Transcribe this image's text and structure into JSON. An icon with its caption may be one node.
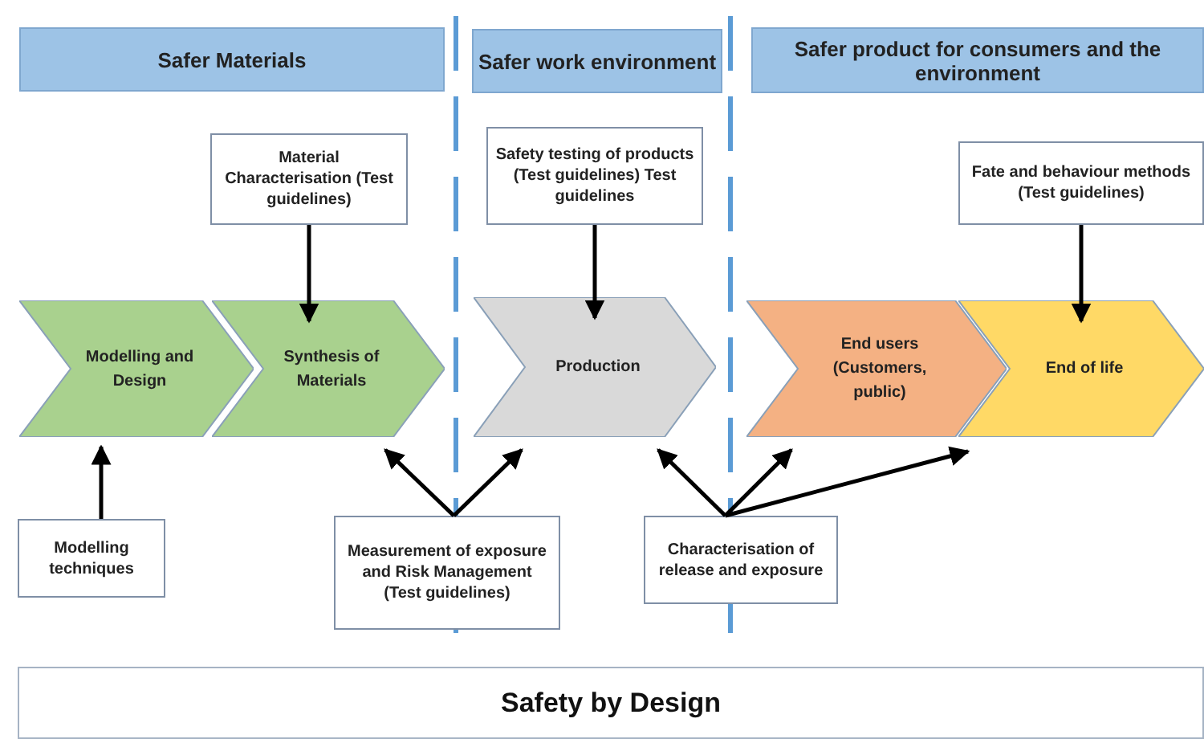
{
  "diagram": {
    "nodes": [
      {
        "text": [
          "Safer Materials"
        ]
      },
      {
        "text": [
          "Safer work environment"
        ]
      },
      {
        "text": [
          "Safer product for consumers and the environment"
        ]
      },
      {
        "text": [
          "Material Characterisation (Test guidelines)"
        ]
      },
      {
        "text": [
          "Safety testing of products (Test guidelines) Test guidelines"
        ]
      },
      {
        "text": [
          "Fate and behaviour methods (Test guidelines)"
        ]
      },
      {
        "text": [
          "Modelling and Design"
        ]
      },
      {
        "text": [
          "Synthesis of Materials"
        ]
      },
      {
        "text": [
          "Production"
        ]
      },
      {
        "text": [
          "End users (Customers, public)"
        ]
      },
      {
        "text": [
          "End of life"
        ]
      },
      {
        "text": [
          "Modelling techniques"
        ]
      },
      {
        "text": [
          "Measurement of exposure and Risk Management (Test guidelines)"
        ]
      },
      {
        "text": [
          "Characterisation of release and exposure"
        ]
      },
      {
        "text": [
          "Safety by Design"
        ]
      }
    ],
    "edges": [
      {
        "from": 3,
        "to": 7,
        "arrow": "to"
      },
      {
        "from": 4,
        "to": 8,
        "arrow": "to"
      },
      {
        "from": 5,
        "to": 10,
        "arrow": "to"
      },
      {
        "from": 11,
        "to": 6,
        "arrow": "to"
      },
      {
        "from": 12,
        "to": 7,
        "arrow": "to"
      },
      {
        "from": 12,
        "to": 8,
        "arrow": "to"
      },
      {
        "from": 13,
        "to": 8,
        "arrow": "to"
      },
      {
        "from": 13,
        "to": 9,
        "arrow": "to"
      },
      {
        "from": 13,
        "to": 10,
        "arrow": "to"
      }
    ]
  }
}
